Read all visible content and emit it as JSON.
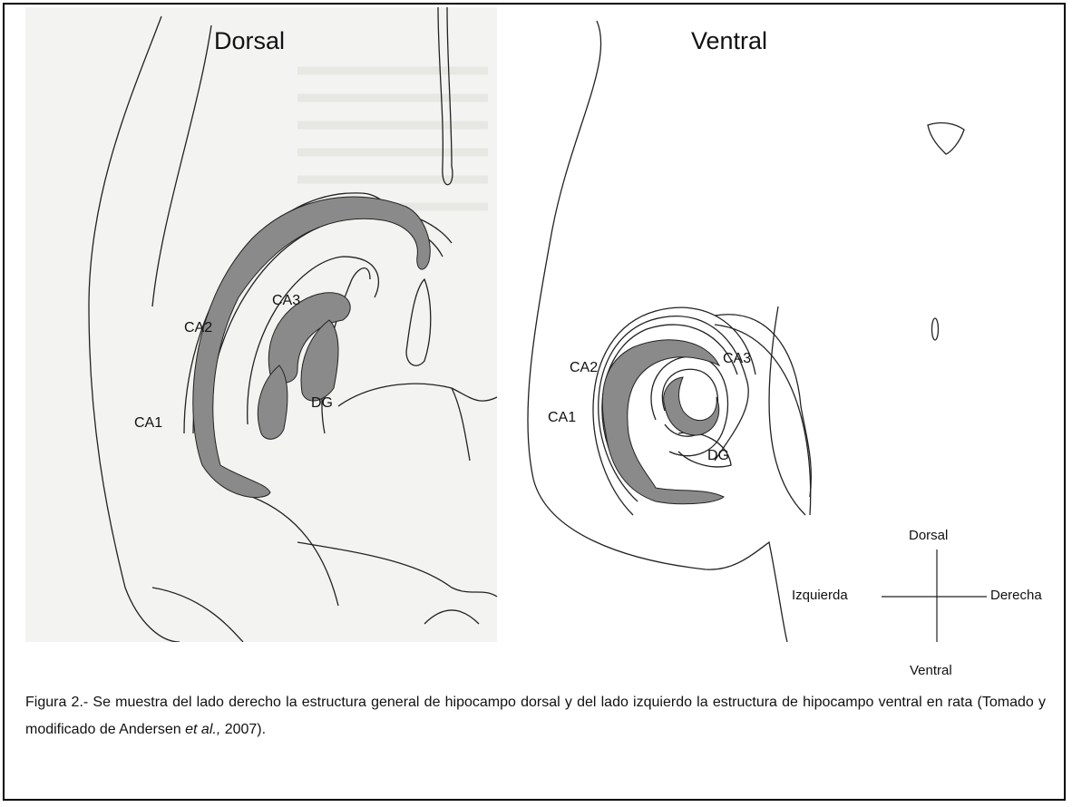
{
  "dorsal_panel": {
    "title": "Dorsal",
    "labels": {
      "ca1": "CA1",
      "ca2": "CA2",
      "ca3": "CA3",
      "dg": "DG"
    }
  },
  "ventral_panel": {
    "title": "Ventral",
    "labels": {
      "ca1": "CA1",
      "ca2": "CA2",
      "ca3": "CA3",
      "dg": "DG"
    }
  },
  "orientation": {
    "up": "Dorsal",
    "down": "Ventral",
    "left": "Izquierda",
    "right": "Derecha"
  },
  "caption": {
    "text_before": "Figura 2.-  Se muestra del lado derecho la estructura general de hipocampo dorsal y del lado izquierdo la estructura de hipocampo  ventral en rata (Tomado y modificado de Andersen ",
    "italic": "et al.,",
    "text_after": " 2007)."
  },
  "colors": {
    "fill_gray": "#8a8a8a",
    "scan_bg": "#f3f3f1",
    "line": "#222222"
  }
}
